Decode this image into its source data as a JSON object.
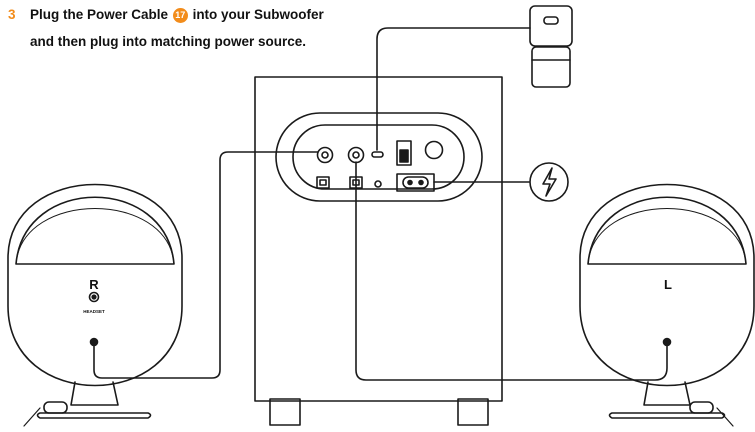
{
  "instruction": {
    "step_number": "3",
    "line1_before": "Plug the Power Cable",
    "ref_number": "17",
    "line1_after": "into your Subwoofer",
    "line2": "and then plug into matching power source."
  },
  "speakers": {
    "right_label": "R",
    "left_label": "L",
    "headset_label": "HEADSET"
  },
  "colors": {
    "accent": "#f28c1b",
    "line": "#1a1a1a"
  },
  "icons": [
    "power-adapter-icon",
    "lightning-bolt-icon",
    "ac-power-inlet-icon",
    "power-switch-icon",
    "volume-knob-icon"
  ]
}
